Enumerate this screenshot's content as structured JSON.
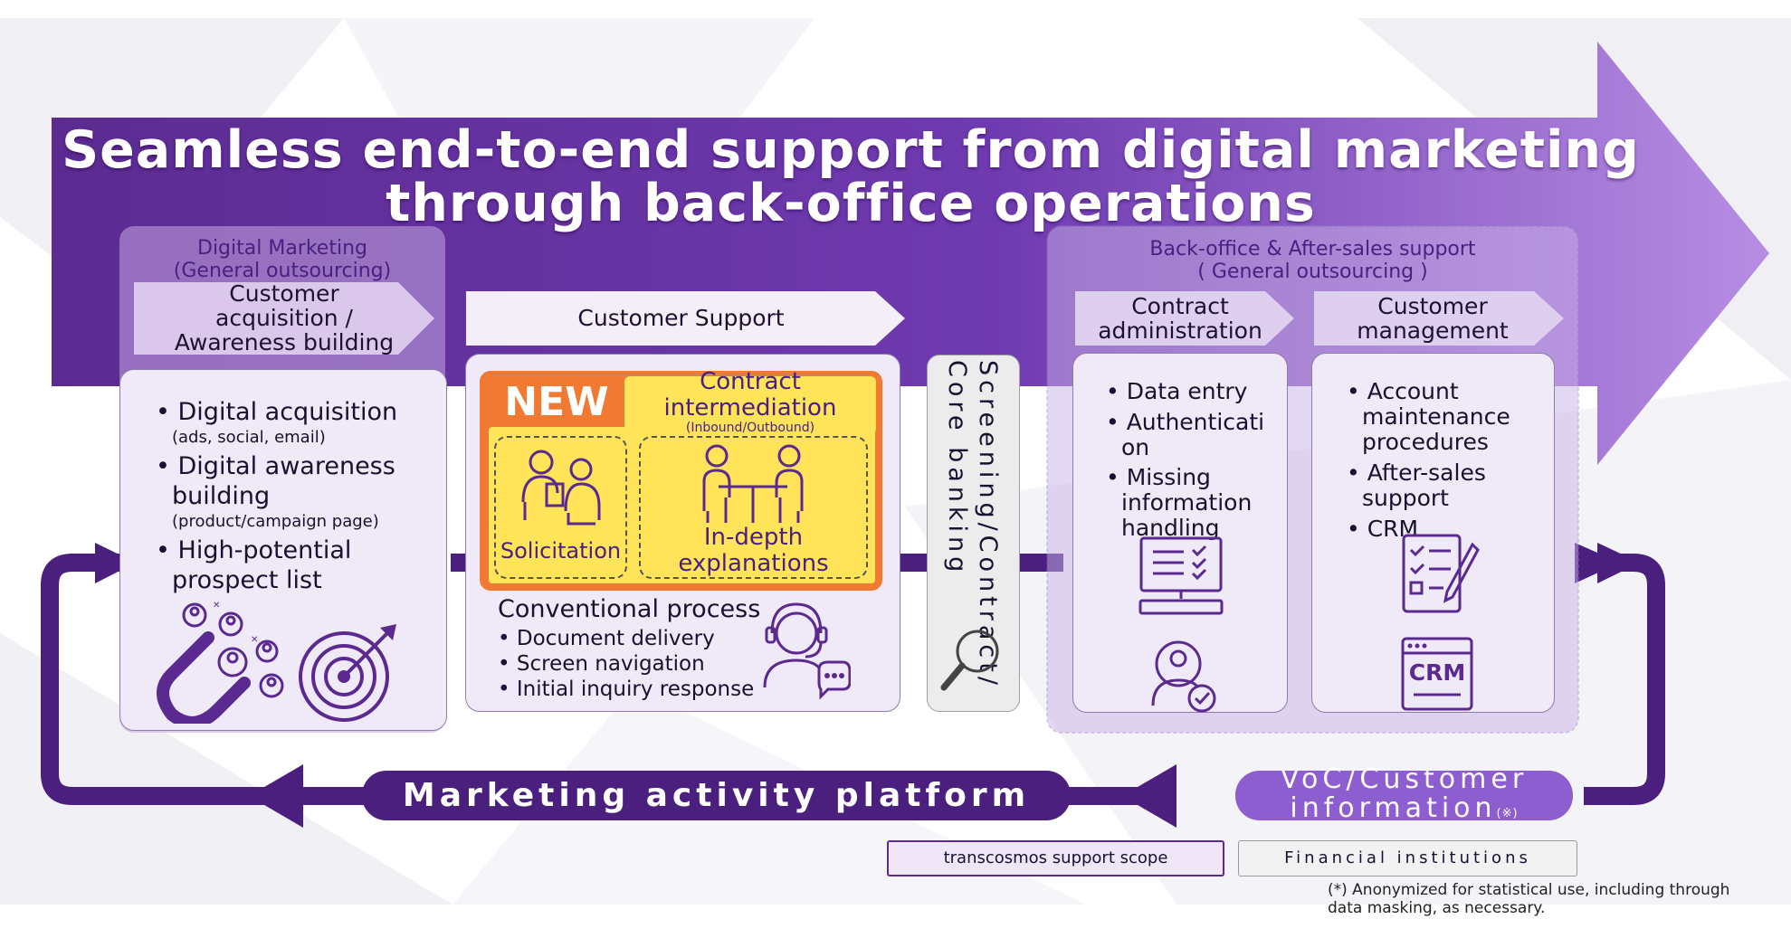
{
  "title": {
    "line1": "Seamless end-to-end support from digital marketing",
    "line2": "through back-office operations"
  },
  "digital_marketing": {
    "header_line1": "Digital Marketing",
    "header_line2": "(General outsourcing)",
    "chevron_line1": "Customer",
    "chevron_line2": "acquisition /",
    "chevron_line3": "Awareness building",
    "item1": "Digital acquisition",
    "item1_sub": "(ads, social, email)",
    "item2_line1": "Digital awareness",
    "item2_line2": "building",
    "item2_sub": "(product/campaign page)",
    "item3_line1": "High-potential",
    "item3_line2": "prospect list"
  },
  "customer_support": {
    "chevron": "Customer Support",
    "badge": "NEW",
    "contract_line1": "Contract",
    "contract_line2": "intermediation",
    "contract_sub": "(Inbound/Outbound)",
    "solicitation": "Solicitation",
    "indepth_line1": "In-depth",
    "indepth_line2": "explanations",
    "conventional": "Conventional process",
    "conv_item1": "Document delivery",
    "conv_item2": "Screen navigation",
    "conv_item3": "Initial inquiry response"
  },
  "screening": {
    "line1": "Screening/Contract/",
    "line2": "Core banking"
  },
  "back_office": {
    "header_line1": "Back-office & After-sales support",
    "header_line2": "( General outsourcing )",
    "contract_admin_line1": "Contract",
    "contract_admin_line2": "administration",
    "ca_item1": "Data entry",
    "ca_item2_line1": "Authenticati",
    "ca_item2_line2": "on",
    "ca_item3_line1": "Missing",
    "ca_item3_line2": "information",
    "ca_item3_line3": "handling",
    "customer_mgmt_line1": "Customer",
    "customer_mgmt_line2": "management",
    "cm_item1_line1": "Account",
    "cm_item1_line2": "maintenance",
    "cm_item1_line3": "procedures",
    "cm_item2_line1": "After-sales",
    "cm_item2_line2": "support",
    "cm_item3": "CRM",
    "crm_icon_text": "CRM"
  },
  "bottom": {
    "platform": "Marketing activity platform",
    "voc_line1": "VoC/Customer",
    "voc_line2": "information",
    "voc_mark": "(※)",
    "legend_scope": "transcosmos support scope",
    "legend_fin": "Financial institutions",
    "note_line1": "(*) Anonymized for statistical use, including through",
    "note_line2": "data masking, as necessary."
  },
  "colors": {
    "dark_purple": "#4a1f7d",
    "mid_purple": "#7d4bc2",
    "light_purple": "#f0e9f7",
    "orange": "#f07a32",
    "yellow": "#ffe45a"
  },
  "icons": [
    "magnet-icon",
    "target-icon",
    "consultation-icon",
    "meeting-icon",
    "headset-operator-icon",
    "magnifier-icon",
    "computer-checklist-icon",
    "user-check-icon",
    "clipboard-checklist-icon",
    "crm-window-icon"
  ]
}
